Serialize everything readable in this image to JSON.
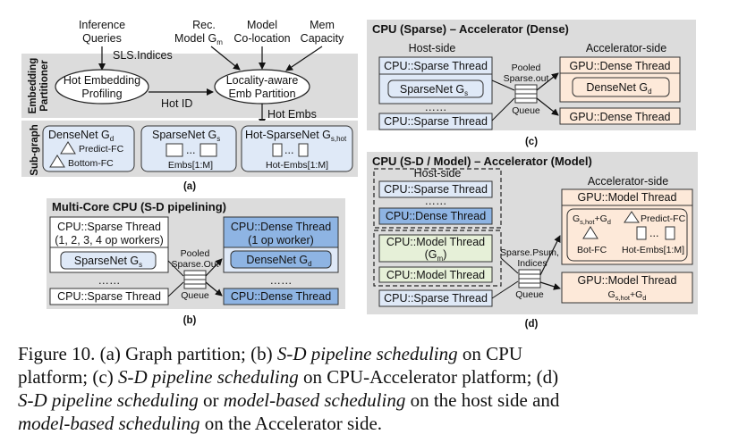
{
  "a": {
    "inputs": {
      "inference_queries_l1": "Inference",
      "inference_queries_l2": "Queries",
      "rec_model_l1": "Rec.",
      "rec_model_l2": "Model G",
      "rec_model_sub": "m",
      "model_coloc_l1": "Model",
      "model_coloc_l2": "Co-location",
      "mem_cap_l1": "Mem",
      "mem_cap_l2": "Capacity"
    },
    "sls_indices": "SLS.Indices",
    "band_label_l1": "Embedding",
    "band_label_l2": "Partitioner",
    "profiling_l1": "Hot Embedding",
    "profiling_l2": "Profiling",
    "partition_l1": "Locality-aware",
    "partition_l2": "Emb Partition",
    "hot_id": "Hot ID",
    "hot_embs": "Hot Embs",
    "subgraph_label": "Sub-graph",
    "densenet_title": "DenseNet G",
    "densenet_sub": "d",
    "predict_fc": "Predict-FC",
    "bottom_fc": "Bottom-FC",
    "sparsenet_title": "SparseNet G",
    "sparsenet_sub": "s",
    "embs": "Embs[1:M]",
    "hot_sparsenet_title": "Hot-SparseNet G",
    "hot_sparsenet_sub": "s,hot",
    "hot_embs_range": "Hot-Embs[1:M]",
    "dots_small": "...",
    "label": "(a)"
  },
  "b": {
    "title": "Multi-Core CPU (S-D pipelining)",
    "sparse_thread": "CPU::Sparse Thread",
    "workers": "(1, 2, 3, 4 op workers)",
    "sparsenet": "SparseNet G",
    "sparsenet_sub": "s",
    "dots": "……",
    "sparse_thread_bottom": "CPU::Sparse Thread",
    "pooled_l1": "Pooled",
    "pooled_l2": "Sparse.Out",
    "queue": "Queue",
    "dense_thread": "CPU::Dense Thread",
    "one_worker": "(1 op worker)",
    "densenet": "DenseNet G",
    "densenet_sub": "d",
    "dots2": "……",
    "dense_thread_bottom": "CPU::Dense Thread",
    "label": "(b)"
  },
  "c": {
    "title": "CPU (Sparse) – Accelerator (Dense)",
    "host_side": "Host-side",
    "accel_side": "Accelerator-side",
    "sparse_thread": "CPU::Sparse Thread",
    "sparsenet": "SparseNet G",
    "sparsenet_sub": "s",
    "dots": "……",
    "sparse_thread_bottom": "CPU::Sparse Thread",
    "pooled_l1": "Pooled",
    "pooled_l2": "Sparse.out",
    "queue": "Queue",
    "gpu_dense": "GPU::Dense Thread",
    "densenet": "DenseNet G",
    "densenet_sub": "d",
    "gpu_dense_bottom": "GPU::Dense Thread",
    "label": "(c)"
  },
  "d": {
    "title": "CPU (S-D / Model) – Accelerator (Model)",
    "host_side": "Host-side",
    "accel_side": "Accelerator-side",
    "sparse_thread": "CPU::Sparse Thread",
    "dots1": "……",
    "dense_thread": "CPU::Dense Thread",
    "model_thread_l1": "CPU::Model Thread",
    "model_thread_l2": "(G",
    "model_thread_sub": "m",
    "model_thread_close": ")",
    "dots2": "……",
    "model_thread_2": "CPU::Model Thread",
    "sparse_thread_bottom": "CPU::Sparse Thread",
    "psum_l1": "Sparse.Psum,",
    "psum_l2": "Indices",
    "queue": "Queue",
    "gpu_model": "GPU::Model Thread",
    "gshot_plus_gd": "G",
    "gshot_sub": "s,hot",
    "plus_gd": "+G",
    "gd_sub": "d",
    "predict_fc": "Predict-FC",
    "bot_fc": "Bot-FC",
    "hot_embs_range": "Hot-Embs[1:M]",
    "dots_small": "...",
    "gpu_model_bottom": "GPU::Model Thread",
    "label": "(d)"
  },
  "caption": {
    "line1_a": "Figure 10.    (a) Graph partition; (b) ",
    "line1_b": "S-D pipeline scheduling",
    "line1_c": " on CPU",
    "line2_a": "platform; (c) ",
    "line2_b": "S-D pipeline scheduling",
    "line2_c": " on CPU-Accelerator platform; (d)",
    "line3_a": "S-D pipeline scheduling",
    "line3_b": " or ",
    "line3_c": "model-based scheduling",
    "line3_d": " on the host side and",
    "line4_a": "model-based scheduling",
    "line4_b": " on the Accelerator side."
  },
  "colors": {
    "panel_bg": "#dcdcdc",
    "box_blue_light": "#dfe9f7",
    "box_blue": "#8eb4e3",
    "box_orange": "#fde9d9",
    "box_green": "#e6f0d8",
    "stroke": "#333333"
  }
}
